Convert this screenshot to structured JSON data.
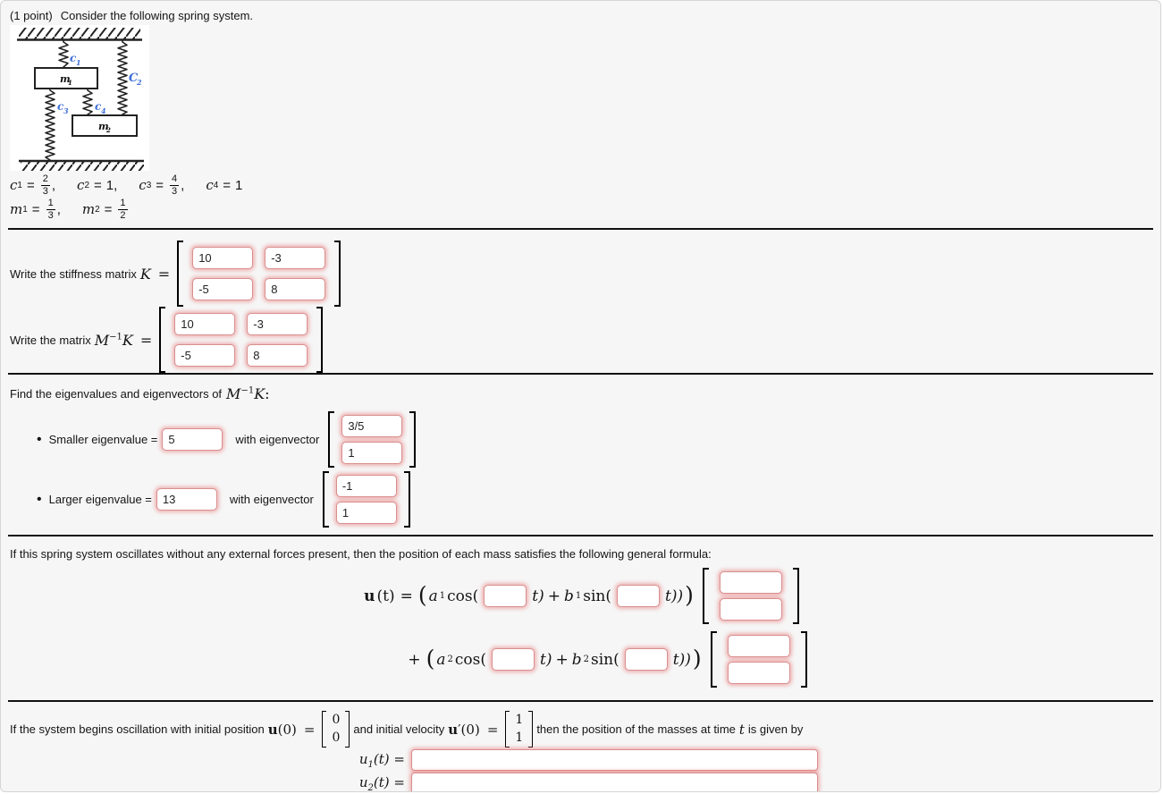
{
  "page": {
    "point_label": "(1 point)",
    "prompt": "Consider the following spring system."
  },
  "diagram": {
    "label_color": "#3e6fd8",
    "c1": {
      "main": "c",
      "sub": "1"
    },
    "c2": {
      "main": "C",
      "sub": "2"
    },
    "c3": {
      "main": "c",
      "sub": "3"
    },
    "c4": {
      "main": "c",
      "sub": "4"
    },
    "m1": {
      "main": "m",
      "sub": "1"
    },
    "m2": {
      "main": "m",
      "sub": "2"
    }
  },
  "constants": {
    "eq": "=",
    "comma": ",",
    "c1": {
      "name": "c",
      "sub": "1",
      "num": "2",
      "den": "3"
    },
    "c2": {
      "name": "c",
      "sub": "2",
      "value": "1"
    },
    "c3": {
      "name": "c",
      "sub": "3",
      "num": "4",
      "den": "3"
    },
    "c4": {
      "name": "c",
      "sub": "4",
      "value": "1"
    },
    "m1": {
      "name": "m",
      "sub": "1",
      "num": "1",
      "den": "3"
    },
    "m2": {
      "name": "m",
      "sub": "2",
      "num": "1",
      "den": "2"
    }
  },
  "matrices": {
    "k": {
      "label": "Write the stiffness matrix",
      "var": "K",
      "eq": "=",
      "values": [
        [
          "10",
          "-3"
        ],
        [
          "-5",
          "8"
        ]
      ]
    },
    "mk": {
      "label": "Write the matrix",
      "var_m": "M",
      "sup": "−1",
      "var_k": "K",
      "eq": "=",
      "values": [
        [
          "10",
          "-3"
        ],
        [
          "-5",
          "8"
        ]
      ]
    }
  },
  "eigen": {
    "heading": "Find the eigenvalues and eigenvectors of",
    "var_m": "M",
    "sup": "−1",
    "var_k": "K",
    "colon": ":",
    "bullet": "•",
    "smaller": {
      "label": "Smaller eigenvalue =",
      "value": "5",
      "with_text": "with eigenvector",
      "vector": [
        "3/5",
        "1"
      ]
    },
    "larger": {
      "label": "Larger eigenvalue =",
      "value": "13",
      "with_text": "with eigenvector",
      "vector": [
        "-1",
        "1"
      ]
    }
  },
  "formula": {
    "intro": "If this spring system oscillates without any external forces present, then the position of each mass satisfies the following general formula:",
    "line1": {
      "u": "u",
      "arg": "(t)",
      "eq": "=",
      "bigopen": "(",
      "a": "a",
      "asub": "1",
      "cos": "cos(",
      "targ": "t)",
      "plus": "+",
      "b": "b",
      "bsub": "1",
      "sin": "sin(",
      "targ2": "t))",
      "bigclose": ")",
      "cos_value": "",
      "sin_value": "",
      "vector": [
        "",
        ""
      ]
    },
    "line2": {
      "lead": "+",
      "bigopen": "(",
      "a": "a",
      "asub": "2",
      "cos": "cos(",
      "targ": "t)",
      "plus": "+",
      "b": "b",
      "bsub": "2",
      "sin": "sin(",
      "targ2": "t))",
      "bigclose": ")",
      "cos_value": "",
      "sin_value": "",
      "vector": [
        "",
        ""
      ]
    }
  },
  "initial": {
    "text1": "If the system begins oscillation with initial position",
    "u": "u",
    "arg": "(0)",
    "eq": "=",
    "u0": [
      "0",
      "0"
    ],
    "text2": "and initial velocity",
    "u_prime": "u",
    "prime_arg": "′(0)",
    "eq2": "=",
    "v0": [
      "1",
      "1"
    ],
    "text3": "then the position of the masses at time",
    "tvar": "t",
    "text4": "is given by",
    "u1": {
      "name": "u",
      "sub": "1",
      "arg": "(t)",
      "eq": "=",
      "value": ""
    },
    "u2": {
      "name": "u",
      "sub": "2",
      "arg": "(t)",
      "eq": "=",
      "value": ""
    }
  }
}
